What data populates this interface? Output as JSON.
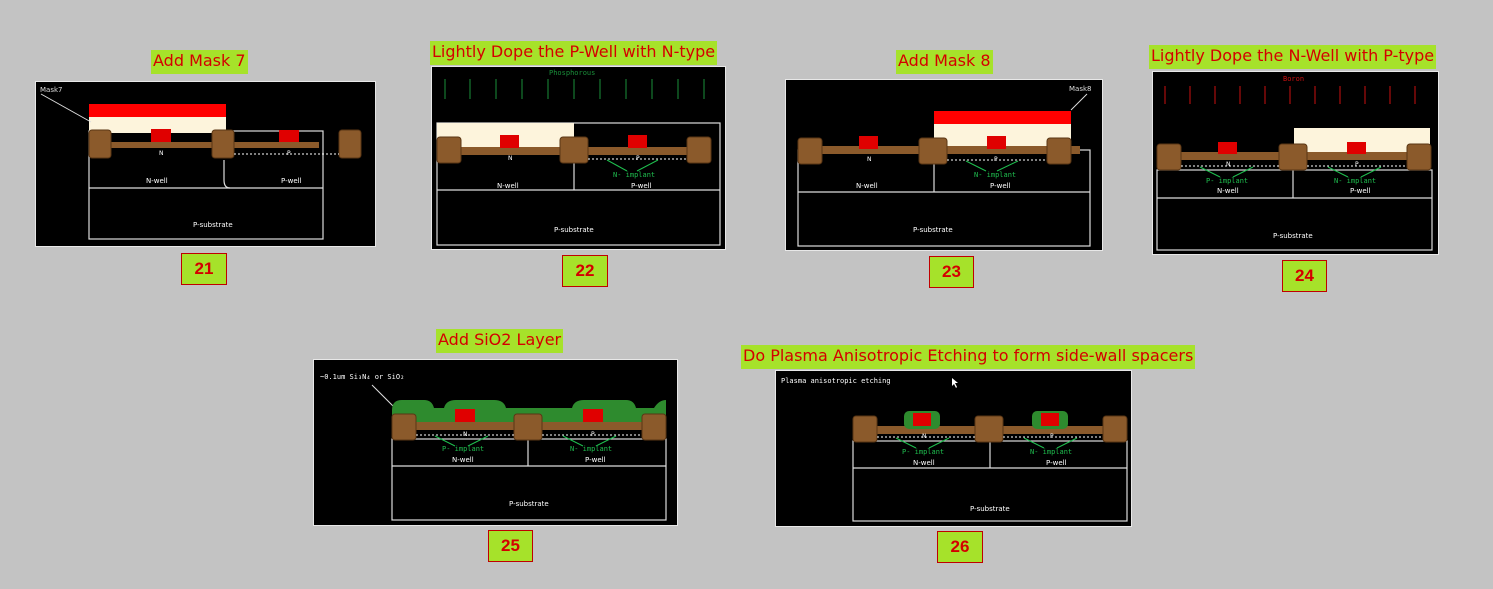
{
  "colors": {
    "background": "#c3c3c3",
    "caption_bg": "#a6e22a",
    "caption_text": "#d40000",
    "panel_bg": "#000000",
    "mask": "#ff0000",
    "gate": "#e00000",
    "oxide": "#fdf4dc",
    "field_oxide": "#8b5a2b",
    "spacer": "#2e8b2e",
    "implant_text": "#1fbf4f",
    "arrows_phosphorous": "#1a8f3a",
    "arrows_boron": "#cc1111",
    "outline": "#ffffff"
  },
  "steps": [
    {
      "number": "21",
      "caption": "Add Mask 7",
      "labels": {
        "mask": "Mask7",
        "n": "N",
        "p": "P",
        "nwell": "N-well",
        "pwell": "P-well",
        "substrate": "P-substrate"
      }
    },
    {
      "number": "22",
      "caption": "Lightly Dope the P-Well with N-type",
      "labels": {
        "dopant": "Phosphorous",
        "n": "N",
        "p": "P",
        "implant": "N- implant",
        "nwell": "N-well",
        "pwell": "P-well",
        "substrate": "P-substrate"
      }
    },
    {
      "number": "23",
      "caption": "Add Mask 8",
      "labels": {
        "mask": "Mask8",
        "n": "N",
        "p": "P",
        "implant": "N- implant",
        "nwell": "N-well",
        "pwell": "P-well",
        "substrate": "P-substrate"
      }
    },
    {
      "number": "24",
      "caption": "Lightly Dope the N-Well with P-type",
      "labels": {
        "dopant": "Boron",
        "n": "N",
        "p": "P",
        "implant_n": "P- implant",
        "implant_p": "N- implant",
        "nwell": "N-well",
        "pwell": "P-well",
        "substrate": "P-substrate"
      }
    },
    {
      "number": "25",
      "caption": "Add SiO2 Layer",
      "labels": {
        "layer": "~0.1um Si₃N₄ or SiO₂",
        "n": "N",
        "p": "P",
        "implant_n": "P- implant",
        "implant_p": "N- implant",
        "nwell": "N-well",
        "pwell": "P-well",
        "substrate": "P-substrate"
      }
    },
    {
      "number": "26",
      "caption": "Do Plasma Anisotropic Etching to form side-wall spacers",
      "labels": {
        "process": "Plasma anisotropic etching",
        "n": "N",
        "p": "P",
        "implant_n": "P- implant",
        "implant_p": "N- implant",
        "nwell": "N-well",
        "pwell": "P-well",
        "substrate": "P-substrate"
      }
    }
  ]
}
